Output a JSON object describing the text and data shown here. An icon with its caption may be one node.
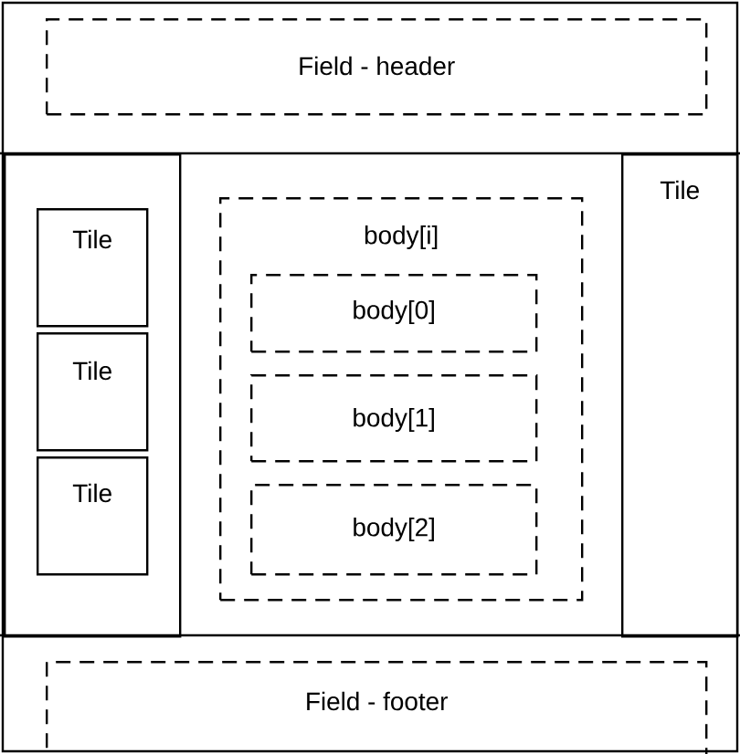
{
  "diagram": {
    "nodes": [
      {
        "text": [
          "Field - header"
        ]
      },
      {
        "text": [],
        "shape": "box"
      },
      {
        "text": [
          "Tile"
        ],
        "in": 1
      },
      {
        "text": [
          "Tile"
        ],
        "in": 1
      },
      {
        "text": [
          "Tile"
        ],
        "in": 1
      },
      {
        "text": [
          "body[i]"
        ]
      },
      {
        "text": [
          "body[0]"
        ],
        "in": 5
      },
      {
        "text": [
          "body[1]"
        ],
        "in": 5
      },
      {
        "text": [
          "body[2]"
        ],
        "in": 5
      },
      {
        "text": [
          "Tile"
        ]
      },
      {
        "text": [
          "Field - footer"
        ]
      }
    ]
  }
}
